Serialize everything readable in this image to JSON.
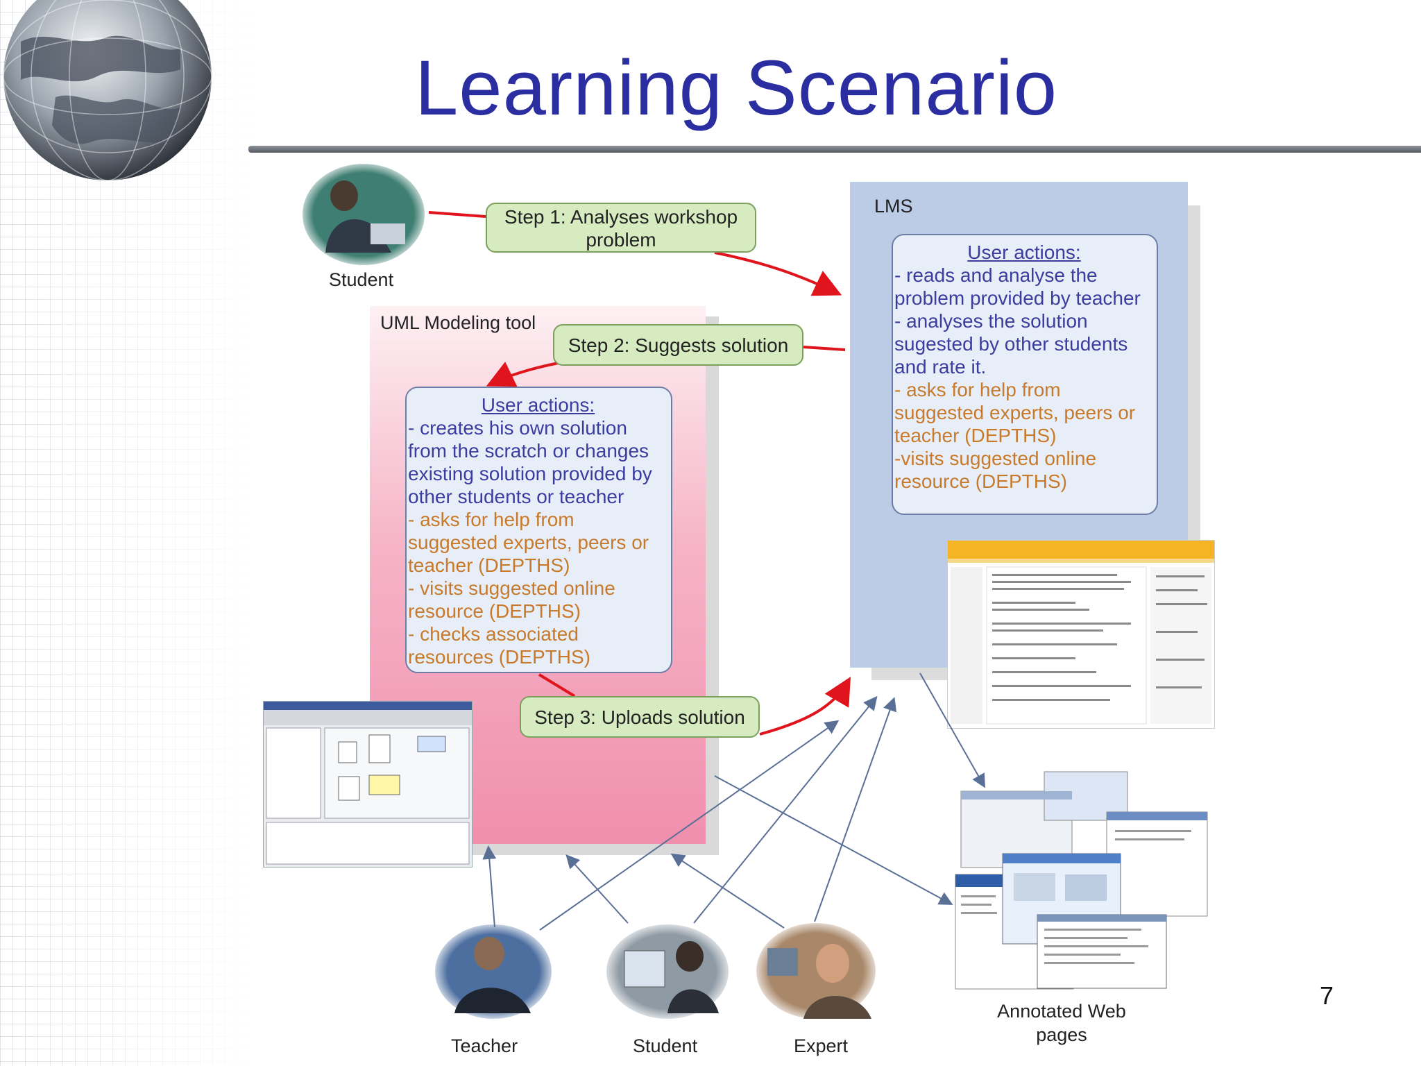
{
  "slide": {
    "title": "Learning Scenario",
    "page_number": "7"
  },
  "actors": {
    "student_top": "Student",
    "teacher": "Teacher",
    "student_bottom": "Student",
    "expert": "Expert"
  },
  "annotated_pages": {
    "line1": "Annotated Web",
    "line2": "pages"
  },
  "uml_tool": {
    "label": "UML Modeling tool",
    "actions_title": "User actions:",
    "lines": [
      {
        "text": "- creates his own solution",
        "color": "blue"
      },
      {
        "text": "from the scratch or changes",
        "color": "blue"
      },
      {
        "text": "existing solution provided by",
        "color": "blue"
      },
      {
        "text": "other students or teacher",
        "color": "blue"
      },
      {
        "text": "- asks for help from",
        "color": "orange"
      },
      {
        "text": "suggested experts, peers or",
        "color": "orange"
      },
      {
        "text": "teacher (DEPTHS)",
        "color": "orange"
      },
      {
        "text": "- visits suggested online",
        "color": "orange"
      },
      {
        "text": "resource (DEPTHS)",
        "color": "orange"
      },
      {
        "text": "- checks associated",
        "color": "orange"
      },
      {
        "text": "resources (DEPTHS)",
        "color": "orange"
      }
    ]
  },
  "lms": {
    "label": "LMS",
    "actions_title": "User actions:",
    "lines": [
      {
        "text": "- reads and analyse the",
        "color": "blue"
      },
      {
        "text": "problem provided by teacher",
        "color": "blue"
      },
      {
        "text": "- analyses the solution",
        "color": "blue"
      },
      {
        "text": "sugested by other students",
        "color": "blue"
      },
      {
        "text": "and rate it.",
        "color": "blue"
      },
      {
        "text": "- asks for help from",
        "color": "orange"
      },
      {
        "text": "suggested experts, peers or",
        "color": "orange"
      },
      {
        "text": "teacher (DEPTHS)",
        "color": "orange"
      },
      {
        "text": "-visits suggested online",
        "color": "orange"
      },
      {
        "text": "resource (DEPTHS)",
        "color": "orange"
      }
    ]
  },
  "steps": {
    "step1_line1": "Step 1: Analyses workshop",
    "step1_line2": "problem",
    "step2": "Step 2: Suggests solution",
    "step3": "Step 3: Uploads solution"
  },
  "colors": {
    "title": "#2a2ea0",
    "action_blue": "#3a3d9e",
    "action_orange": "#c87a2c",
    "step_fill": "#d6ebc0",
    "lms_panel": "#bccbe6",
    "uml_panel": "#f08fae",
    "flow_arrow": "#e0141c",
    "link_arrow": "#5a6f96"
  }
}
